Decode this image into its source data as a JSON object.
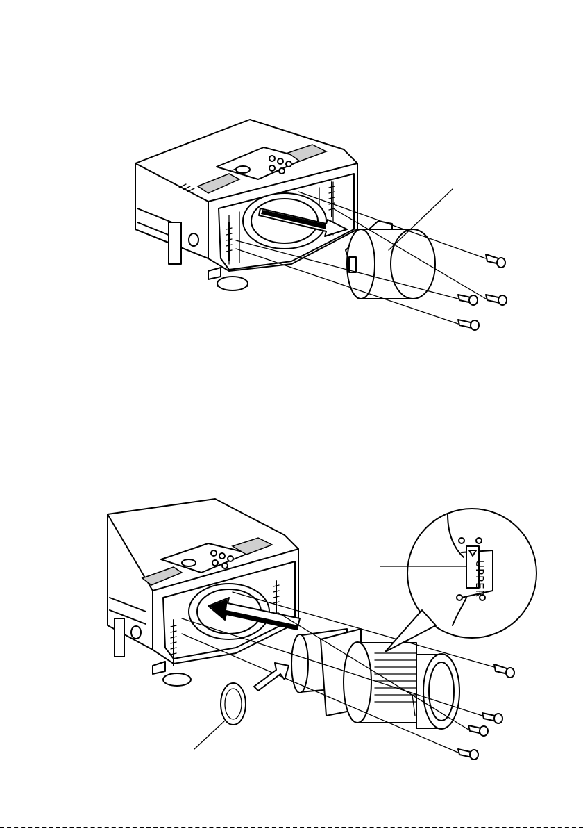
{
  "figures": {
    "top": {
      "id": "remove-lens-cover"
    },
    "bottom": {
      "id": "attach-lens",
      "callout_label": "UPPER"
    }
  }
}
